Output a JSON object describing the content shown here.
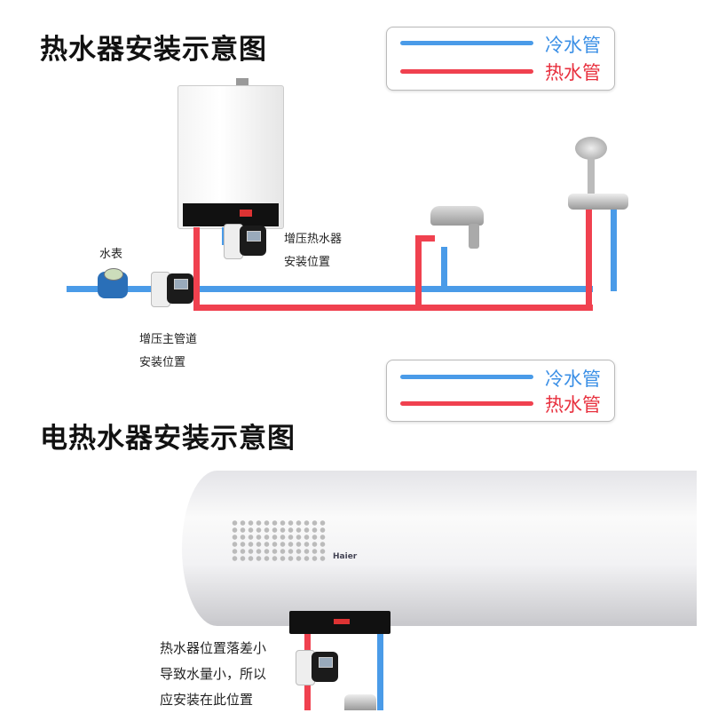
{
  "gas_section": {
    "title": "热水器安装示意图",
    "legend": {
      "cold_label": "冷水管",
      "hot_label": "热水管"
    },
    "labels": {
      "water_meter": "水表",
      "heater_pump_line1": "增压热水器",
      "heater_pump_line2": "安装位置",
      "main_pump_line1": "增压主管道",
      "main_pump_line2": "安装位置"
    }
  },
  "electric_section": {
    "title": "电热水器安装示意图",
    "legend": {
      "cold_label": "冷水管",
      "hot_label": "热水管"
    },
    "brand": "Haier",
    "note": [
      "热水器位置落差小",
      "导致水量小，所以",
      "应安装在此位置"
    ]
  },
  "colors": {
    "cold": "#4a9be8",
    "hot": "#f0414f"
  }
}
